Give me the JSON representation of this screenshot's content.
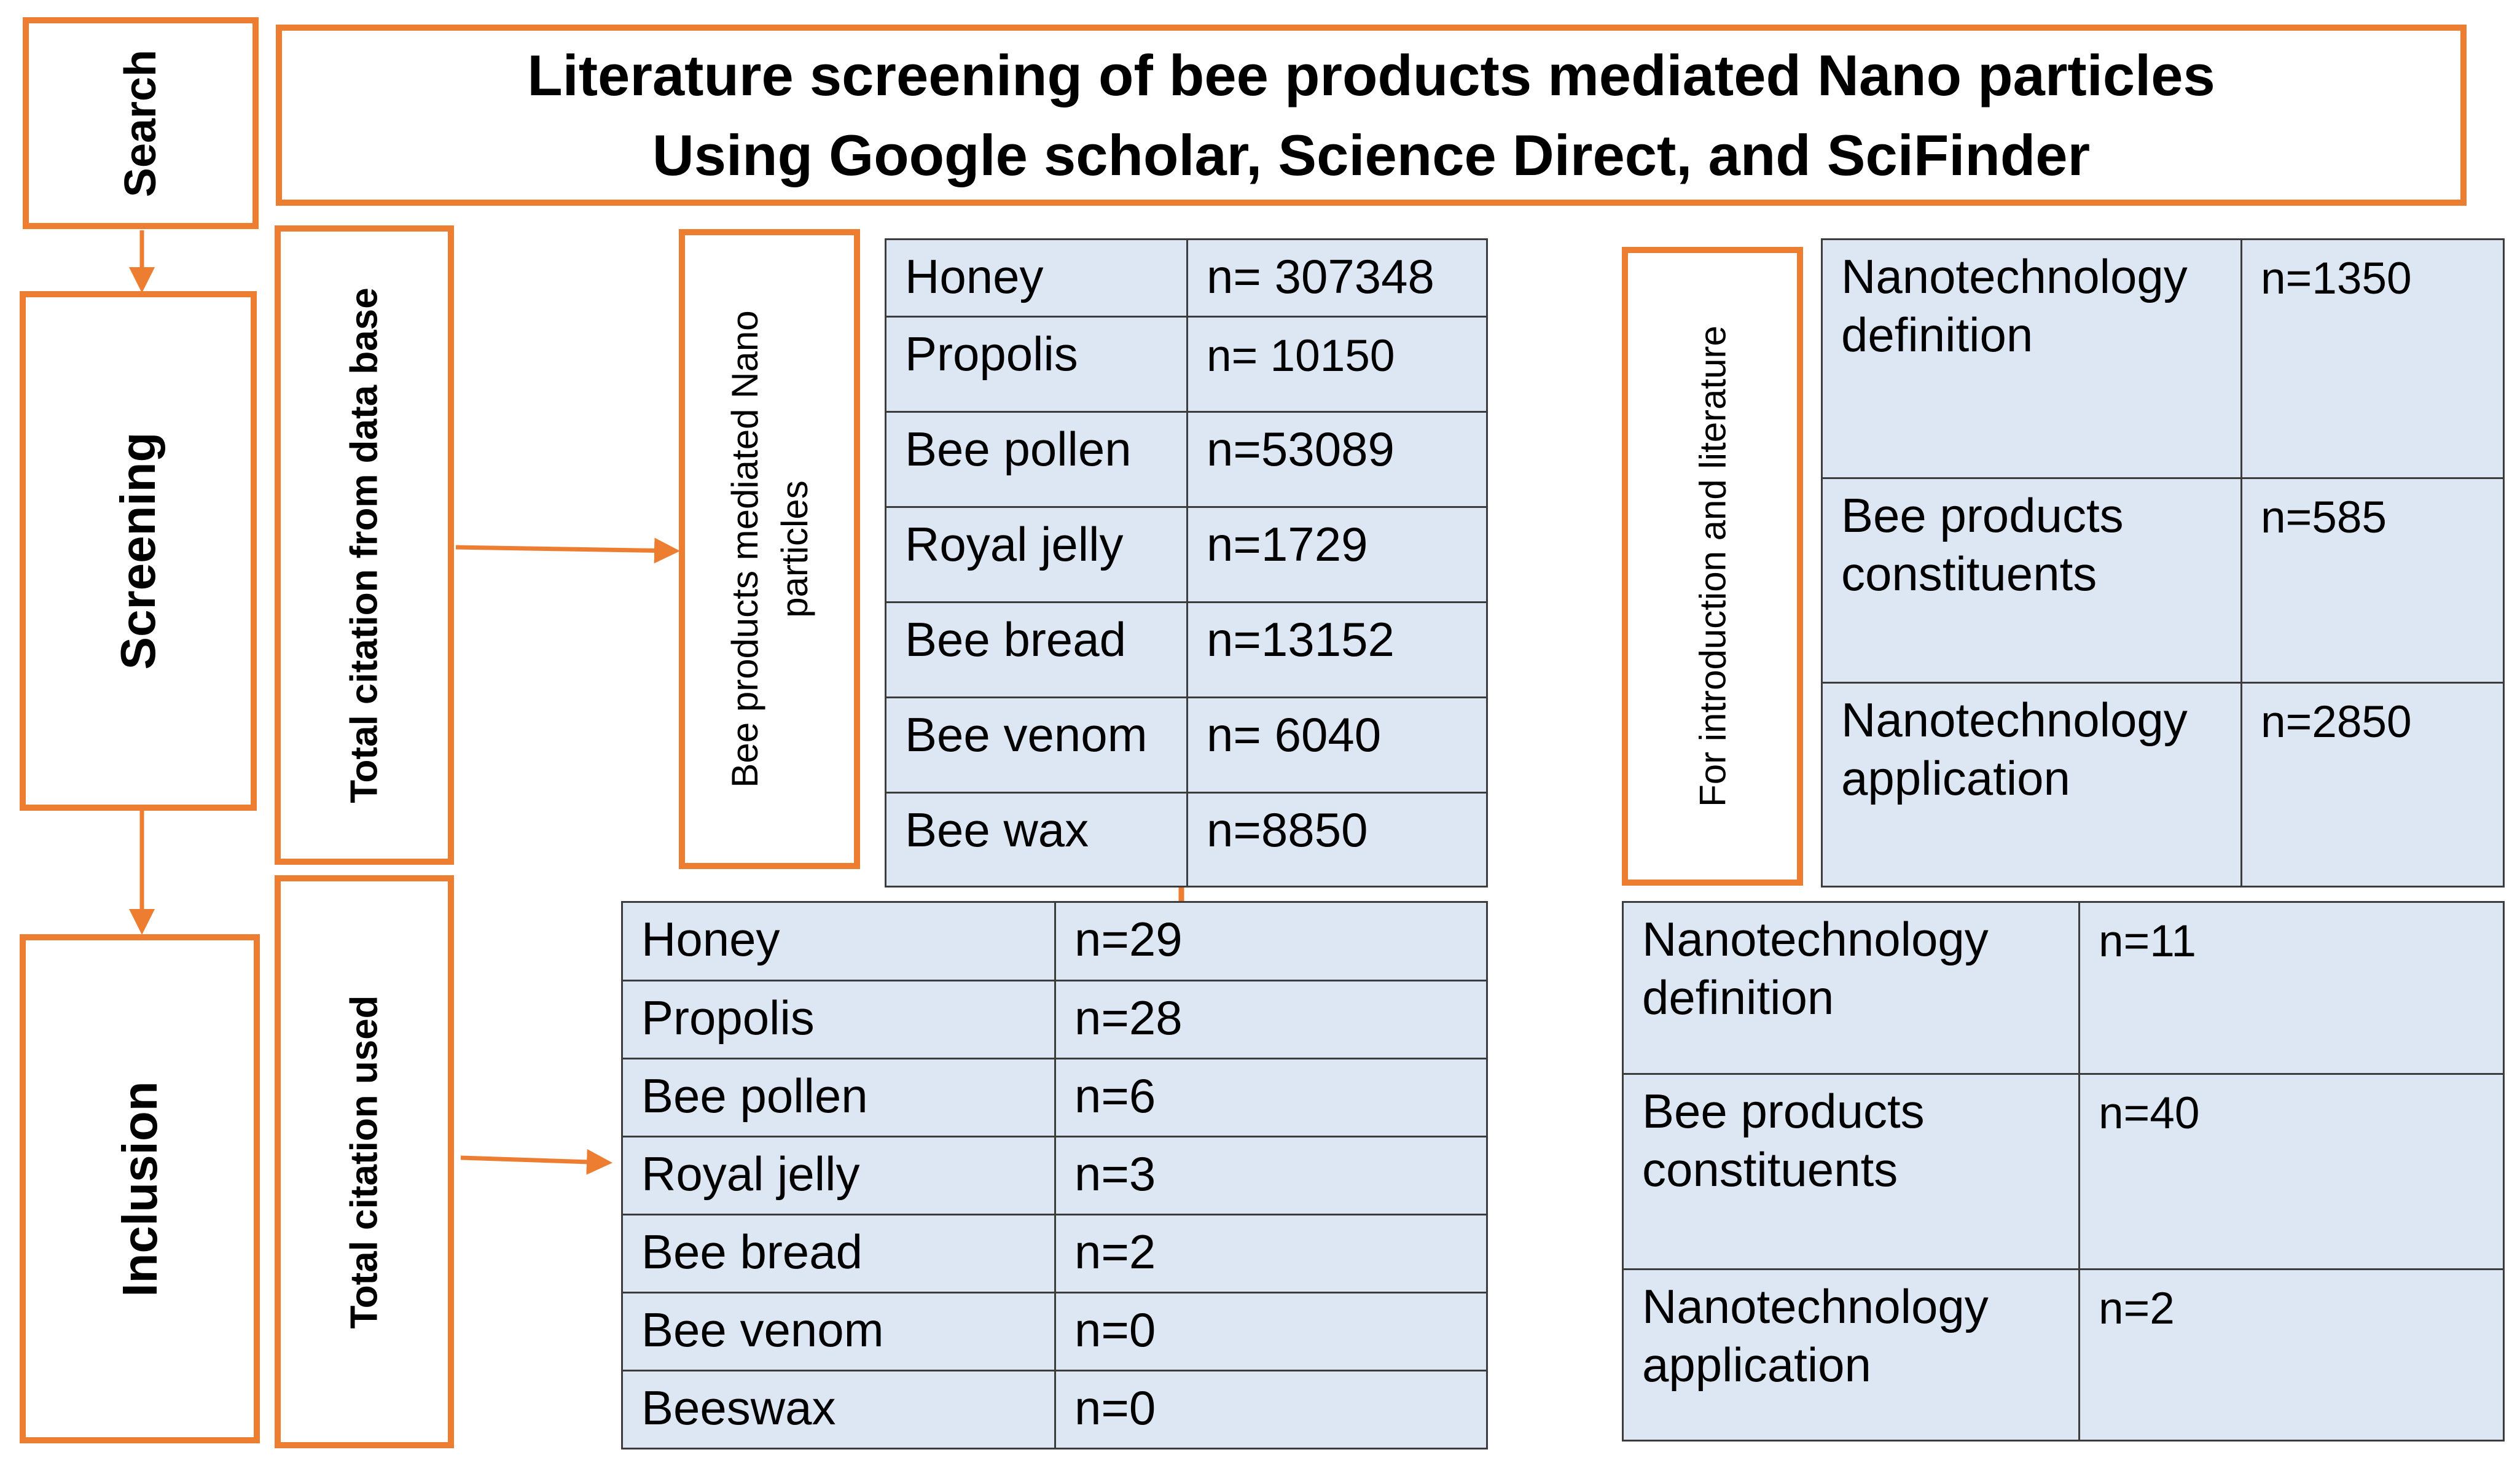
{
  "stages": {
    "search": "Search",
    "screening": "Screening",
    "inclusion": "Inclusion"
  },
  "title": {
    "line1": "Literature screening of bee products mediated Nano particles",
    "line2": "Using Google scholar, Science Direct, and SciFinder"
  },
  "labels": {
    "total_citation_db": "Total citation from data base",
    "total_citation_used": "Total citation used",
    "bee_products_line1": "Bee products mediated Nano",
    "bee_products_line2": "particles",
    "intro_literature": "For introduction and literature"
  },
  "screening_products": [
    {
      "name": "Honey",
      "count": "n= 307348"
    },
    {
      "name": "Propolis",
      "count": "n= 10150"
    },
    {
      "name": "Bee pollen",
      "count": "n=53089"
    },
    {
      "name": "Royal jelly",
      "count": "n=1729"
    },
    {
      "name": "Bee bread",
      "count": "n=13152"
    },
    {
      "name": "Bee venom",
      "count": "n= 6040"
    },
    {
      "name": "Bee wax",
      "count": "n=8850"
    }
  ],
  "screening_intro": [
    {
      "line1": "Nanotechnology",
      "line2": "definition",
      "count": "n=1350"
    },
    {
      "line1": "Bee products",
      "line2": "constituents",
      "count": "n=585"
    },
    {
      "line1": "Nanotechnology",
      "line2": "application",
      "count": "n=2850"
    }
  ],
  "inclusion_products": [
    {
      "name": "Honey",
      "count": "n=29"
    },
    {
      "name": "Propolis",
      "count": "n=28"
    },
    {
      "name": "Bee pollen",
      "count": "n=6"
    },
    {
      "name": "Royal jelly",
      "count": "n=3"
    },
    {
      "name": "Bee bread",
      "count": "n=2"
    },
    {
      "name": "Bee venom",
      "count": "n=0"
    },
    {
      "name": "Beeswax",
      "count": "n=0"
    }
  ],
  "inclusion_intro": [
    {
      "line1": "Nanotechnology",
      "line2": "definition",
      "count": "n=11"
    },
    {
      "line1": "Bee products",
      "line2": "constituents",
      "count": "n=40"
    },
    {
      "line1": "Nanotechnology",
      "line2": "application",
      "count": "n=2"
    }
  ],
  "colors": {
    "accent": "#ED7D31",
    "cell_fill": "#DDE7F3",
    "cell_border": "#3C3C3C"
  }
}
